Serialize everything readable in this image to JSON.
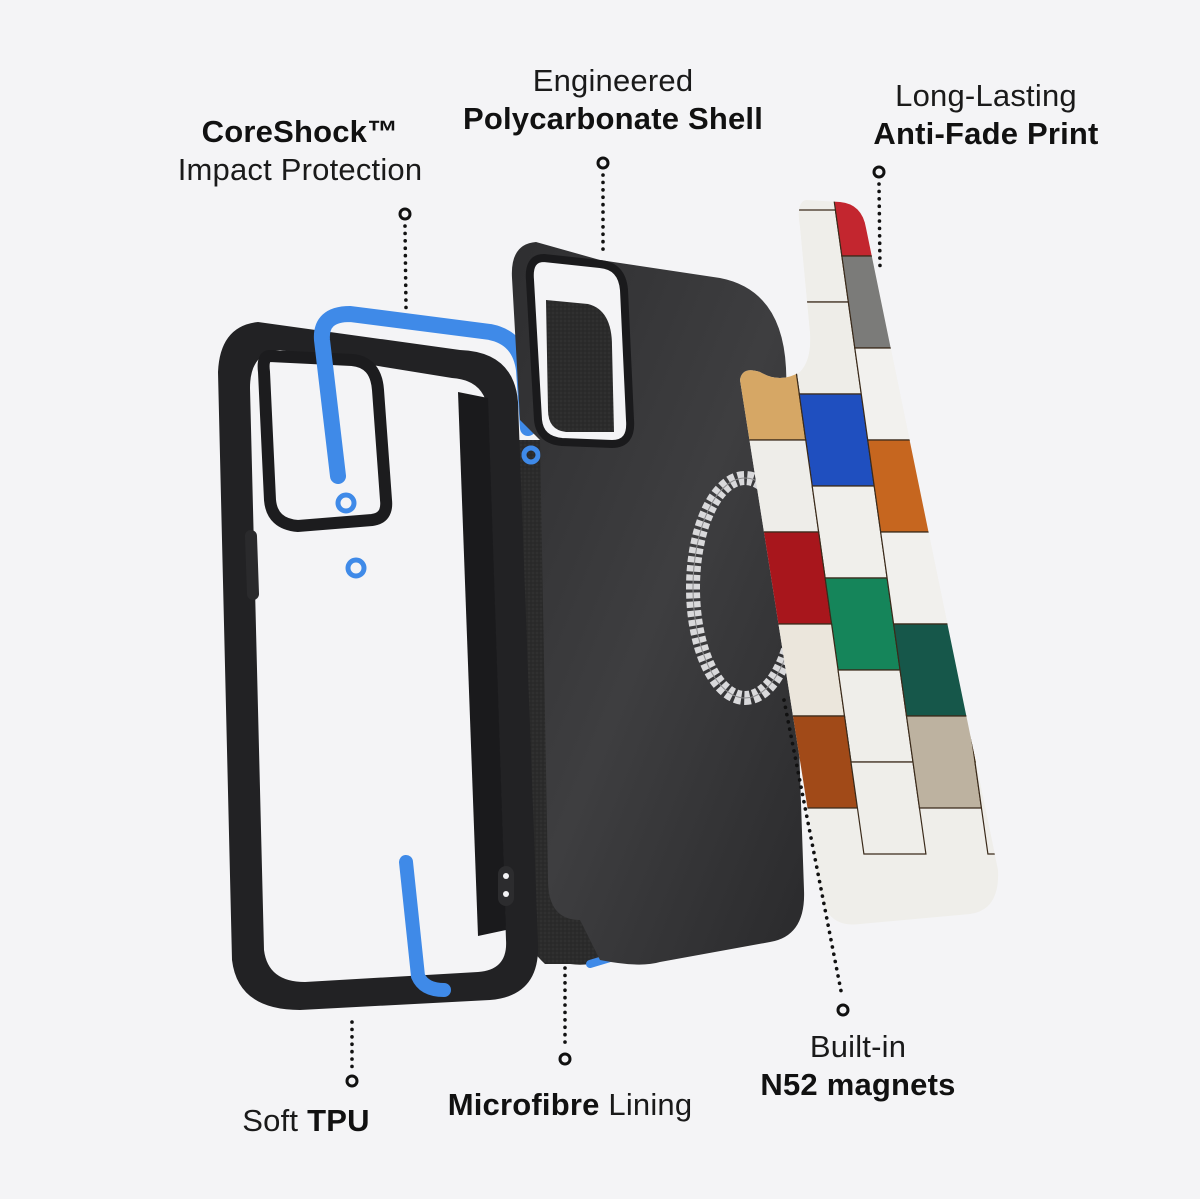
{
  "colors": {
    "background": "#f4f4f6",
    "tpu_black": "#222224",
    "shell_gray": "#3b3b3d",
    "lining": "#2a2a2a",
    "accent_blue": "#3f8ae8",
    "text": "#111111"
  },
  "labels": {
    "coreshock": {
      "bold": "CoreShock™",
      "regular": "Impact Protection"
    },
    "shell": {
      "regular": "Engineered",
      "bold": "Polycarbonate Shell"
    },
    "print": {
      "regular": "Long-Lasting",
      "bold": "Anti-Fade Print"
    },
    "tpu": {
      "regular": "Soft",
      "bold": "TPU"
    },
    "lining": {
      "bold": "Microfibre",
      "regular": "Lining"
    },
    "magnets": {
      "regular": "Built-in",
      "bold": "N52 magnets"
    }
  },
  "mosaic": {
    "tile_colors": [
      "#d9a62a",
      "#efeeea",
      "#c3262f",
      "#f1f0ec",
      "#a97f22",
      "#eeede8",
      "#7b7b79",
      "#efeeea",
      "#d6a765",
      "#1f4fbf",
      "#f2f1ee",
      "#1d1d1f",
      "#eeede9",
      "#f0efeb",
      "#c6661f",
      "#efeeea",
      "#a8161c",
      "#15855a",
      "#f1f0ed",
      "#2463c9",
      "#ebe6dc",
      "#efeeea",
      "#16574a",
      "#d9a321",
      "#a14a18",
      "#efeeea",
      "#bdb2a0",
      "#efeeea"
    ]
  }
}
